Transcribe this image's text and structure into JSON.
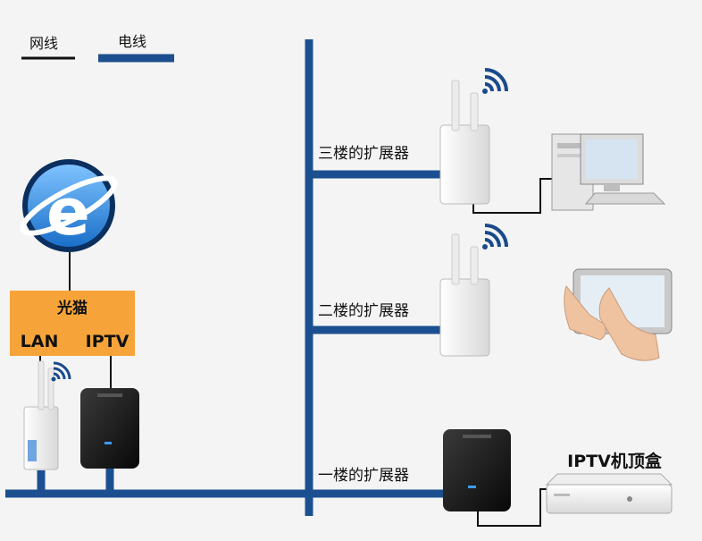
{
  "legend": {
    "network_cable_label": "网线",
    "power_line_label": "电线",
    "network_cable_color": "#111111",
    "power_line_color": "#1c4f8f"
  },
  "modem": {
    "title": "光猫",
    "port_lan": "LAN",
    "port_iptv": "IPTV",
    "box_color": "#f6a43a"
  },
  "internet_icon": "internet-explorer-globe-icon",
  "floors": {
    "third": "三楼的扩展器",
    "second": "二楼的扩展器",
    "first": "一楼的扩展器"
  },
  "devices": {
    "set_top_box_label": "IPTV机顶盒",
    "desktop_icon": "desktop-computer-icon",
    "tablet_icon": "tablet-hand-icon",
    "wifi_icon": "wifi-signal-icon"
  },
  "power_bus_color": "#1c4f8f"
}
